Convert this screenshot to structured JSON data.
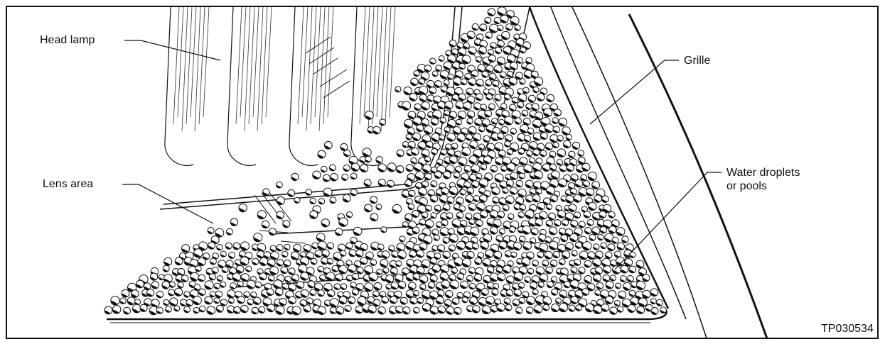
{
  "diagram": {
    "labels": {
      "head_lamp": "Head lamp",
      "lens_area": "Lens area",
      "grille": "Grille",
      "water_droplets": "Water droplets\nor pools"
    },
    "figure_code": "TP030534"
  }
}
